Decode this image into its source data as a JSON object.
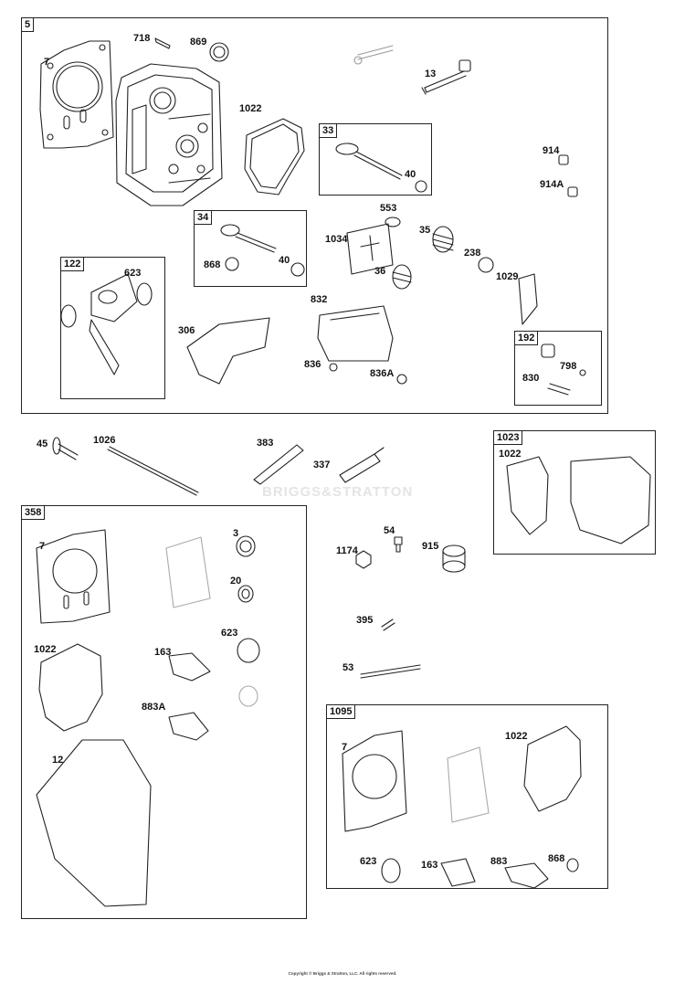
{
  "boxes": {
    "b5": "5",
    "b33": "33",
    "b34": "34",
    "b122": "122",
    "b192": "192",
    "b358": "358",
    "b1023": "1023",
    "b1095": "1095"
  },
  "parts": {
    "p718": "718",
    "p869": "869",
    "p7a": "7",
    "p13": "13",
    "p1022a": "1022",
    "p40a": "40",
    "p914": "914",
    "p914A": "914A",
    "p553": "553",
    "p1034": "1034",
    "p35": "35",
    "p238": "238",
    "p868a": "868",
    "p40b": "40",
    "p36": "36",
    "p1029": "1029",
    "p623a": "623",
    "p832": "832",
    "p306": "306",
    "p836": "836",
    "p836A": "836A",
    "p798": "798",
    "p830": "830",
    "p45": "45",
    "p1026": "1026",
    "p383": "383",
    "p337": "337",
    "p1022b": "1022",
    "p7b": "7",
    "p3": "3",
    "p20": "20",
    "p54": "54",
    "p1174": "1174",
    "p915": "915",
    "p623b": "623",
    "p1022c": "1022",
    "p163a": "163",
    "p883A": "883A",
    "p395": "395",
    "p53": "53",
    "p12": "12",
    "p7c": "7",
    "p1022d": "1022",
    "p623c": "623",
    "p163b": "163",
    "p883": "883",
    "p868b": "868"
  },
  "watermark": "BRIGGS&STRATTON",
  "copyright": "Copyright © Briggs & Stratton, LLC. All rights reserved."
}
